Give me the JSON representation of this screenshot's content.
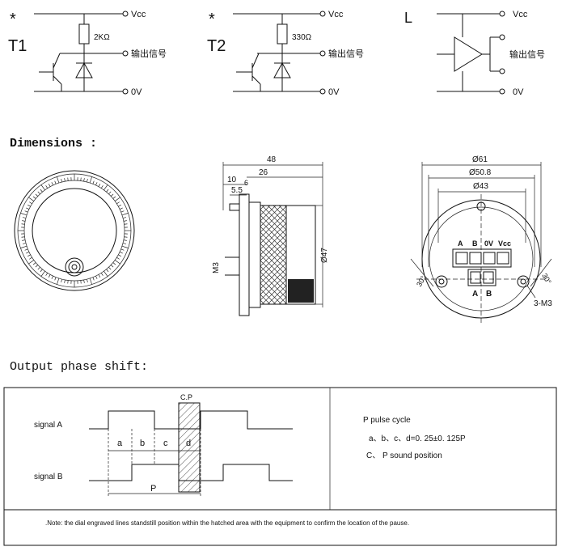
{
  "circuits": {
    "t1": {
      "star": "*",
      "label": "T1",
      "vcc": "Vcc",
      "resistor": "2KΩ",
      "output": "输出信号",
      "ground": "0V"
    },
    "t2": {
      "star": "*",
      "label": "T2",
      "vcc": "Vcc",
      "resistor": "330Ω",
      "output": "输出信号",
      "ground": "0V"
    },
    "l": {
      "label": "L",
      "vcc": "Vcc",
      "output": "输出信号",
      "ground": "0V"
    }
  },
  "dimensions": {
    "heading": "Dimensions :",
    "side": {
      "d48": "48",
      "d26": "26",
      "d10": "10",
      "d6": "6",
      "d55": "5.5",
      "dia47": "Ø47",
      "m3": "M3"
    },
    "back": {
      "d61": "Ø61",
      "d508": "Ø50.8",
      "d43": "Ø43",
      "t_a": "A",
      "t_b": "B",
      "t_0v": "0V",
      "t_vcc": "Vcc",
      "bot_a": "A",
      "bot_b": "B",
      "ang1": "30°",
      "ang2": "30°",
      "m3": "3-M3"
    }
  },
  "phase": {
    "heading": "Output phase shift:",
    "signal_a": "signal A",
    "signal_b": "signal B",
    "cp": "C.P",
    "a": "a",
    "b": "b",
    "c": "c",
    "d": "d",
    "p": "P",
    "pulse_cycle": "P pulse cycle",
    "formula": "a、b、c、d=0. 25±0. 125P",
    "sound": "C、 P sound position",
    "note": ".Note: the dial engraved lines standstill position within the hatched area with the equipment to confirm the location of the pause."
  }
}
